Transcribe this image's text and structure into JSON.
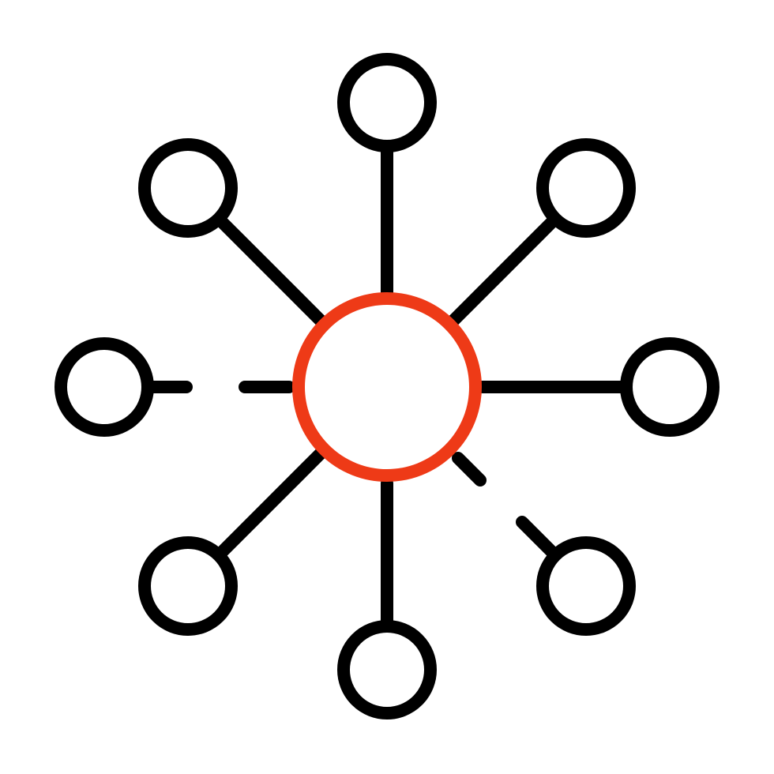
{
  "icon": {
    "name": "network-hub-icon",
    "colors": {
      "outline": "#000000",
      "hub": "#ee3a17",
      "background": "#ffffff"
    },
    "hub": {
      "name": "hub-node"
    },
    "nodes": [
      {
        "name": "node-top"
      },
      {
        "name": "node-top-right"
      },
      {
        "name": "node-right"
      },
      {
        "name": "node-bottom-right"
      },
      {
        "name": "node-bottom"
      },
      {
        "name": "node-bottom-left"
      },
      {
        "name": "node-left"
      },
      {
        "name": "node-top-left"
      }
    ]
  }
}
